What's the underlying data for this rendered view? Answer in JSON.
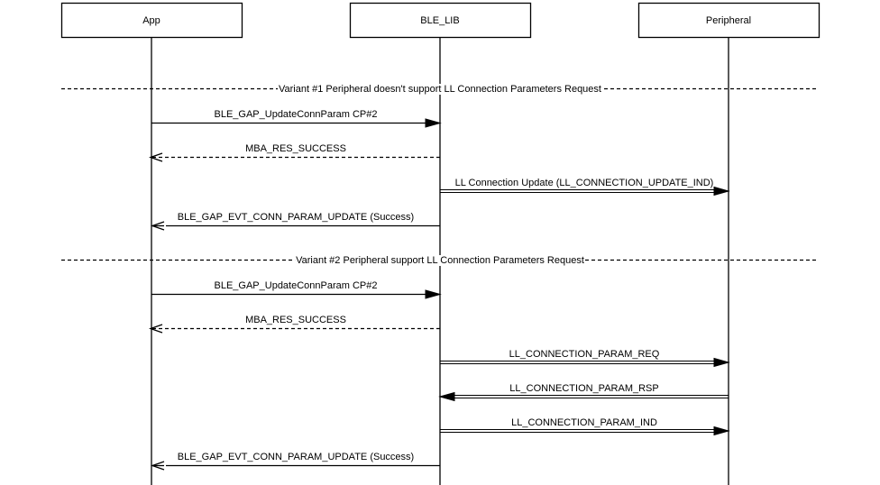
{
  "actors": [
    {
      "id": "app",
      "label": "App"
    },
    {
      "id": "lib",
      "label": "BLE_LIB"
    },
    {
      "id": "peripheral",
      "label": "Peripheral"
    }
  ],
  "variants": [
    {
      "label": "Variant #1 Peripheral doesn't support LL Connection Parameters Request",
      "messages": [
        {
          "label": "BLE_GAP_UpdateConnParam CP#2",
          "from": "app",
          "to": "lib",
          "style": "solid"
        },
        {
          "label": "MBA_RES_SUCCESS",
          "from": "lib",
          "to": "app",
          "style": "dashed"
        },
        {
          "label": "LL Connection Update (LL_CONNECTION_UPDATE_IND)",
          "from": "lib",
          "to": "peripheral",
          "style": "double"
        },
        {
          "label": "BLE_GAP_EVT_CONN_PARAM_UPDATE (Success)",
          "from": "lib",
          "to": "app",
          "style": "solid"
        }
      ]
    },
    {
      "label": "Variant #2 Peripheral support LL Connection Parameters Request",
      "messages": [
        {
          "label": "BLE_GAP_UpdateConnParam CP#2",
          "from": "app",
          "to": "lib",
          "style": "solid"
        },
        {
          "label": "MBA_RES_SUCCESS",
          "from": "lib",
          "to": "app",
          "style": "dashed"
        },
        {
          "label": "LL_CONNECTION_PARAM_REQ",
          "from": "lib",
          "to": "peripheral",
          "style": "double"
        },
        {
          "label": "LL_CONNECTION_PARAM_RSP",
          "from": "peripheral",
          "to": "lib",
          "style": "double"
        },
        {
          "label": "LL_CONNECTION_PARAM_IND",
          "from": "lib",
          "to": "peripheral",
          "style": "double"
        },
        {
          "label": "BLE_GAP_EVT_CONN_PARAM_UPDATE (Success)",
          "from": "lib",
          "to": "app",
          "style": "solid"
        }
      ]
    }
  ],
  "colors": {
    "line": "#000000",
    "background": "#ffffff"
  }
}
